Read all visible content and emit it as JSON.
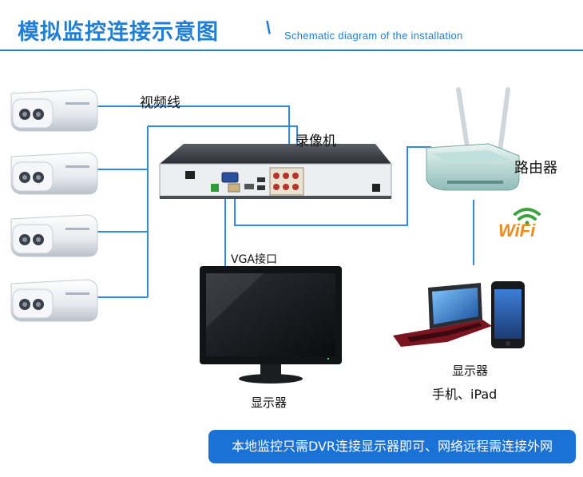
{
  "header": {
    "title_cn": "模拟监控连接示意图",
    "slash": "\\",
    "title_en": "Schematic diagram of the installation",
    "accent_color": "#1f7fd6"
  },
  "labels": {
    "video_cable": "视频线",
    "recorder": "录像机",
    "router": "路由器",
    "vga": "VGA接口",
    "monitor": "显示器",
    "mobile_display": "显示器",
    "mobile_devices": "手机、iPad",
    "wifi": "WiFi"
  },
  "footer": {
    "text": "本地监控只需DVR连接显示器即可、网络远程需连接外网",
    "bg_color": "#1b72d6"
  },
  "icons": [
    "bullet-camera-icon",
    "dvr-icon",
    "router-icon",
    "wifi-icon",
    "monitor-icon",
    "laptop-icon",
    "phone-icon"
  ]
}
